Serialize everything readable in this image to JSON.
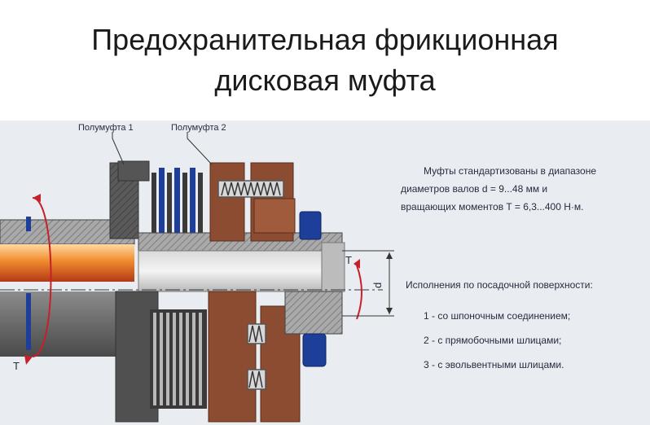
{
  "slide": {
    "title_line1": "Предохранительная фрикционная",
    "title_line2": "дисковая муфта"
  },
  "diagram": {
    "labels": {
      "half_coupling_1": "Полумуфта 1",
      "half_coupling_2": "Полумуфта 2",
      "torque_top": "T",
      "torque_bottom": "T",
      "diameter": "d"
    },
    "info": {
      "line1": "Муфты стандартизованы в диапазоне",
      "line2": "диаметров валов d = 9...48 мм и",
      "line3": "вращающих моментов T = 6,3...400 Н·м."
    },
    "variants": {
      "heading": "Исполнения по посадочной поверхности:",
      "items": [
        "1 - со шпоночным соединением;",
        "2 - с прямобочными шлицами;",
        "3 - с эвольвентными шлицами."
      ]
    },
    "colors": {
      "background": "#e9ecf0",
      "housing": "#555555",
      "housing_light": "#9a9a9a",
      "brown": "#8b4c32",
      "red": "#c8202a",
      "blue": "#1d3f9a",
      "shaft": "#7a7a7a",
      "orange": "#f08a2e"
    }
  }
}
